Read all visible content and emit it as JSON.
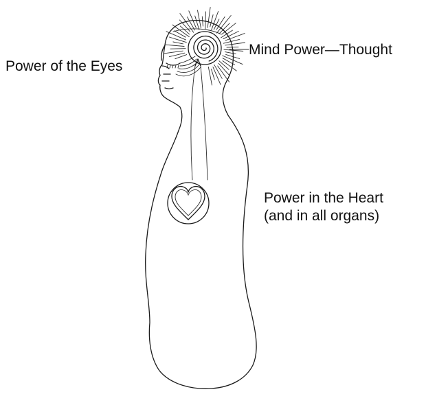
{
  "labels": {
    "eyes": "Power of the Eyes",
    "mind": "Mind Power—Thought",
    "heart_line1": "Power in the Heart",
    "heart_line2": "(and in all organs)"
  },
  "colors": {
    "ink": "#1a1a1a",
    "background": "#ffffff"
  }
}
